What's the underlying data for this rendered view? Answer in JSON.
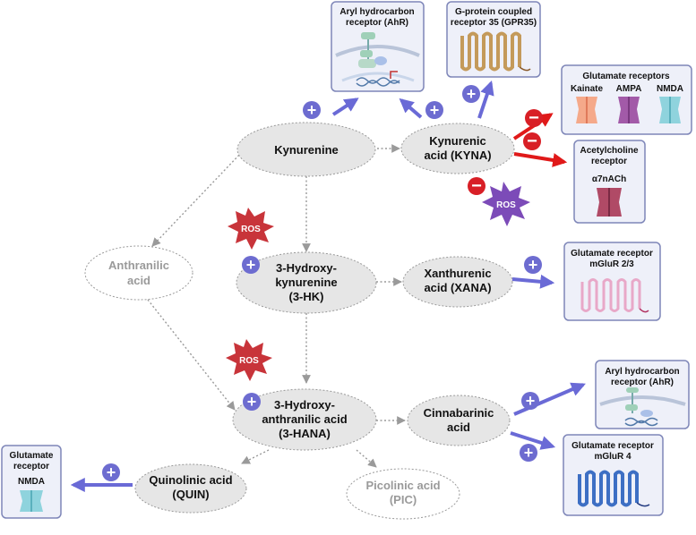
{
  "metabolites": {
    "kynurenine": "Kynurenine",
    "kyna_1": "Kynurenic",
    "kyna_2": "acid (KYNA)",
    "anthranilic_1": "Anthranilic",
    "anthranilic_2": "acid",
    "hk_1": "3-Hydroxy-",
    "hk_2": "kynurenine",
    "hk_3": "(3-HK)",
    "xana_1": "Xanthurenic",
    "xana_2": "acid (XANA)",
    "hana_1": "3-Hydroxy-",
    "hana_2": "anthranilic acid",
    "hana_3": "(3-HANA)",
    "cinnabarinic_1": "Cinnabarinic",
    "cinnabarinic_2": "acid",
    "quin_1": "Quinolinic acid",
    "quin_2": "(QUIN)",
    "pic_1": "Picolinic acid",
    "pic_2": "(PIC)"
  },
  "receptors": {
    "ahr_top_1": "Aryl hydrocarbon",
    "ahr_top_2": "receptor (AhR)",
    "gpr35_1": "G-protein coupled",
    "gpr35_2": "receptor 35 (GPR35)",
    "glut_title": "Glutamate receptors",
    "glut_kainate": "Kainate",
    "glut_ampa": "AMPA",
    "glut_nmda": "NMDA",
    "ach_1": "Acetylcholine",
    "ach_2": "receptor",
    "ach_sub": "α7nACh",
    "mglur23_1": "Glutamate receptor",
    "mglur23_2": "mGluR 2/3",
    "ahr_bot_1": "Aryl hydrocarbon",
    "ahr_bot_2": "receptor (AhR)",
    "mglur4_1": "Glutamate receptor",
    "mglur4_2": "mGluR 4",
    "nmda_left_1": "Glutamate",
    "nmda_left_2": "receptor",
    "nmda_left_sub": "NMDA"
  },
  "badges": {
    "ros": "ROS",
    "plus": "+",
    "minus": "−"
  },
  "colors": {
    "node_fill": "#e6e6e6",
    "node_stroke": "#9a9a9a",
    "receptor_box_fill": "#eef0f9",
    "receptor_box_stroke": "#7e86b8",
    "activation_arrow": "#6a6ad6",
    "inhibition_arrow": "#e01919",
    "ros_red": "#c8343a",
    "ros_purple": "#7c4bb8",
    "plus_badge": "#6d6cd0",
    "minus_badge": "#d81f26"
  }
}
